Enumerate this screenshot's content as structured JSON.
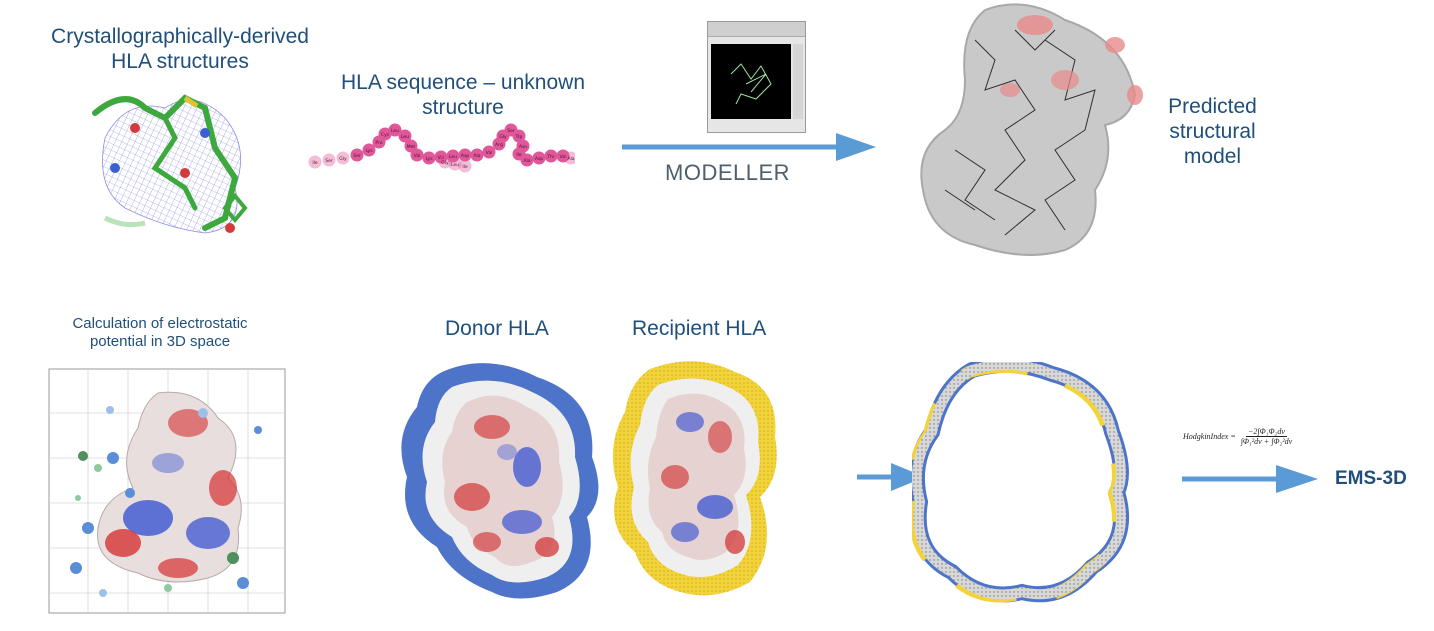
{
  "top": {
    "crystal_label": "Crystallographically-derived\nHLA structures",
    "sequence_label": "HLA sequence – unknown\nstructure",
    "tool_label": "MODELLER",
    "predicted_label": "Predicted\nstructural\nmodel",
    "residues": [
      "Ile",
      "Ser",
      "Gly",
      "Ser",
      "Lys",
      "Pro",
      "Cys",
      "Leu",
      "Leu",
      "Met",
      "Val",
      "Lys",
      "Val",
      "Leu",
      "Asp",
      "Ala",
      "Val",
      "Arg",
      "Gly",
      "Ser",
      "Trp",
      "Asn",
      "Ile",
      "Ala",
      "Asp",
      "Thr",
      "Val",
      "Ala",
      "Gly",
      "Leu",
      "Ile"
    ]
  },
  "bottom": {
    "electrostatic_label": "Calculation of electrostatic\npotential in 3D space",
    "donor_label": "Donor HLA",
    "recipient_label": "Recipient HLA",
    "formula_lhs": "HodgkinIndex =",
    "formula_numerator": "−2∫Φ₁Φ₂dv",
    "formula_denominator": "∫Φ₁²dv + ∫Φ₂²dv",
    "result_label": "EMS-3D"
  },
  "colors": {
    "arrow": "#5b9bd5",
    "label": "#1f4f7a",
    "donor_halo": "#4472c4",
    "recipient_halo": "#f2d33a",
    "residue": "#e0579a"
  }
}
